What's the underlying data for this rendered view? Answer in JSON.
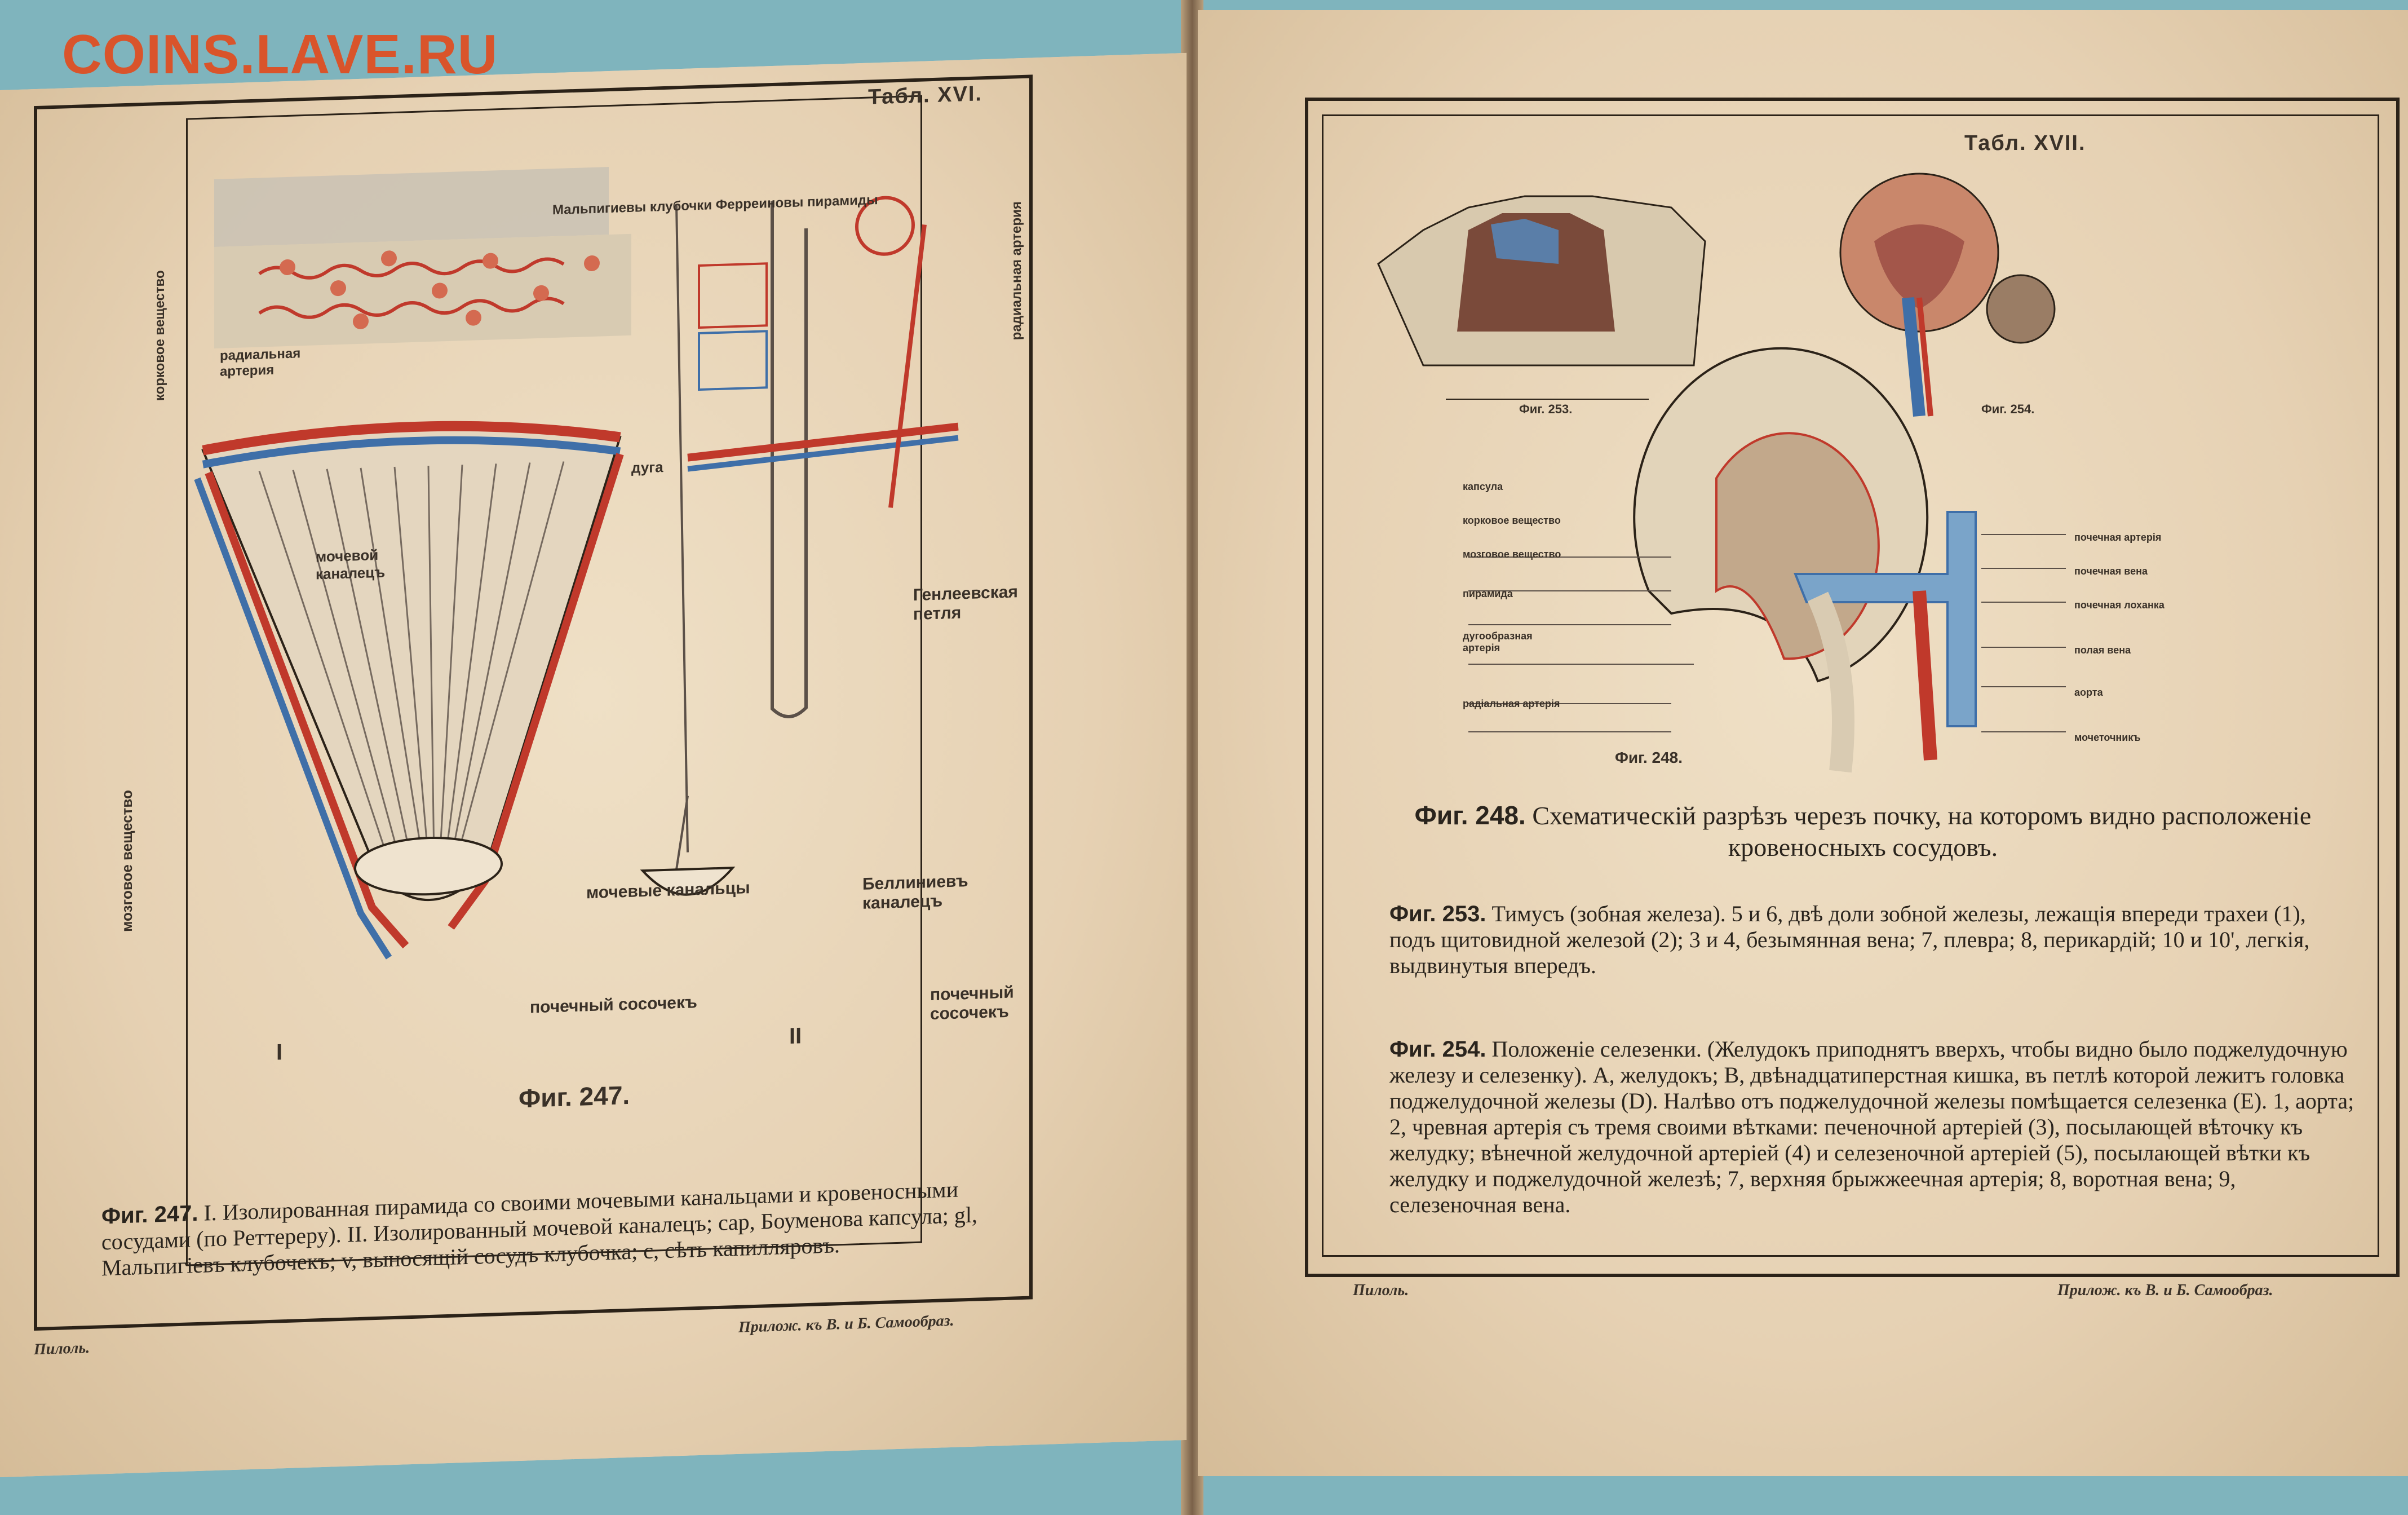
{
  "watermark": "COINS.LAVE.RU",
  "left_page": {
    "plate_number": "Табл. XVI.",
    "labels": {
      "papillary": "Мальпигиевы клубочки Ферреиновы пирамиды",
      "radial_artery": "радиальная артерия",
      "cortex": "корковое вещество",
      "arc": "дуга",
      "urinary_tubule": "мочевой каналецъ",
      "henle_loop": "Генлеевская петля",
      "radial_artery_right": "радиальная артерия",
      "medulla": "мозговое вещество",
      "urinary_tubules": "мочевые канальцы",
      "bellini_tubule": "Беллиниевъ каналецъ",
      "papilla_1": "почечный сосочекъ",
      "papilla_2": "почечный сосочекъ",
      "roman_1": "I",
      "roman_2": "II",
      "fig_label": "Фиг. 247."
    },
    "caption": {
      "fig": "Фиг. 247.",
      "text": "I. Изолированная пирамида со своими мочевыми канальцами и кровеносными сосудами (по Реттереру). II. Изолированный мочевой каналецъ; cap, Боуменова капсула; gl, Мальпигiевъ клубочекъ; v, выносящій сосудъ клубочка; c, сѣть капилляровъ."
    },
    "footer_left": "Пилоль.",
    "footer_right": "Прилож. къ В. и Б. Самообраз."
  },
  "right_page": {
    "plate_number": "Табл. XVII.",
    "labels": {
      "fig253": "Фиг. 253.",
      "fig254": "Фиг. 254.",
      "fig248": "Фиг. 248.",
      "left_side": [
        "капсула",
        "корковое вещество",
        "мозговое вещество",
        "пирамида",
        "дугообразная артерія",
        "радіальная артерія"
      ],
      "right_side": [
        "почечная артерія",
        "почечная вена",
        "почечная лоханка",
        "полая вена",
        "аорта",
        "мочеточникъ"
      ]
    },
    "captions": [
      {
        "fig": "Фиг. 248.",
        "text": "Схематическій разрѣзъ черезъ почку, на которомъ видно расположеніе кровеносныхъ сосудовъ."
      },
      {
        "fig": "Фиг. 253.",
        "text": "Тимусъ (зобная железа). 5 и 6, двѣ доли зобной железы, лежащія впереди трахеи (1), подъ щитовидной железой (2); 3 и 4, безымянная вена; 7, плевра; 8, перикардій; 10 и 10', легкія, выдвинутыя впередъ."
      },
      {
        "fig": "Фиг. 254.",
        "text": "Положеніе селезенки. (Желудокъ приподнятъ вверхъ, чтобы видно было поджелудочную железу и селезенку). А, желудокъ; В, двѣнадцатиперстная кишка, въ петлѣ которой лежитъ головка поджелудочной железы (D). Налѣво отъ поджелудочной железы помѣщается селезенка (Е). 1, аорта; 2, чревная артерія съ тремя своими вѣтками: печеночной артеріей (3), посылающей вѣточку къ желудку; вѣнечной желудочной артеріей (4) и селезеночной артеріей (5), посылающей вѣтки къ желудку и поджелудочной железѣ; 7, верхняя брыжжеечная артерія; 8, воротная вена; 9, селезеночная вена."
      }
    ],
    "footer_left": "Пилоль.",
    "footer_right": "Прилож. къ В. и Б. Самообраз."
  },
  "colors": {
    "background": "#7fb4bd",
    "paper": "#e9d7bc",
    "ink": "#2a241d",
    "artery": "#c0392b",
    "vein": "#3f6fa8",
    "watermark": "#d9542b"
  }
}
